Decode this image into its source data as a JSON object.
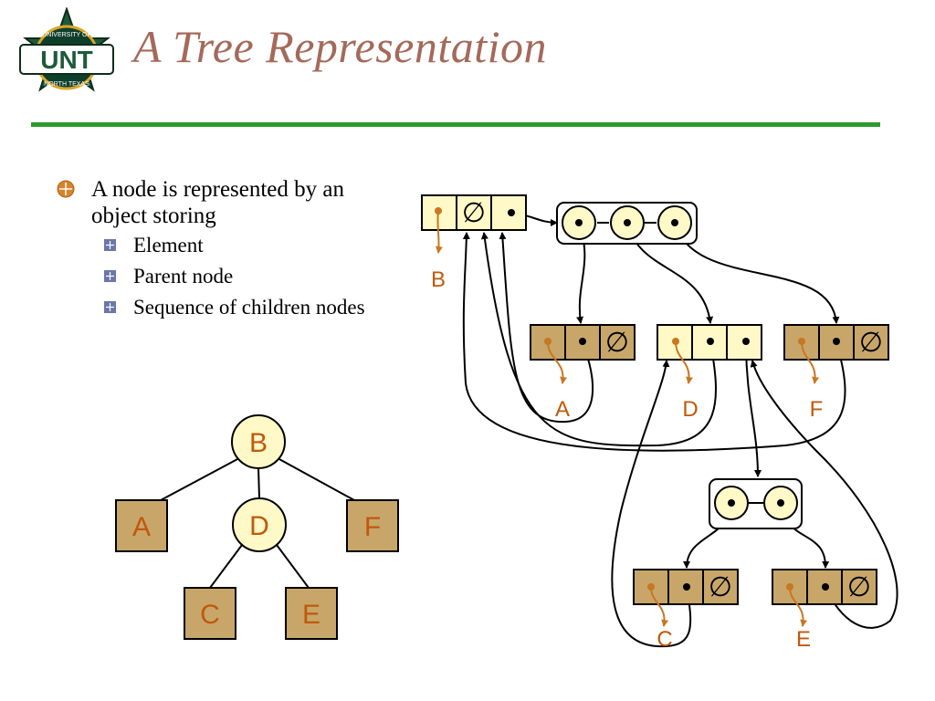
{
  "slide": {
    "title": "A Tree Representation",
    "accent_color": "#2c9b2c",
    "title_color": "#a5695a"
  },
  "logo": {
    "text": "UNT",
    "ring_text_top": "UNIVERSITY OF",
    "ring_text_bottom": "NORTH TEXAS"
  },
  "bullets": {
    "main": "A node is represented by an object storing",
    "sub": [
      "Element",
      "Parent node",
      "Sequence of children nodes"
    ]
  },
  "tree": {
    "nodes": {
      "B": "B",
      "A": "A",
      "D": "D",
      "F": "F",
      "C": "C",
      "E": "E"
    }
  },
  "linked": {
    "null_symbol": "∅",
    "labels": {
      "B": "B",
      "A": "A",
      "D": "D",
      "F": "F",
      "C": "C",
      "E": "E"
    }
  },
  "colors": {
    "internal_fill": "#fff9c8",
    "leaf_fill": "#c8a66a",
    "element_link": "#c87722",
    "tree_node_fill": "#fff9c8",
    "tree_leaf_fill": "#c8a66a",
    "label_color": "#c0590b"
  }
}
